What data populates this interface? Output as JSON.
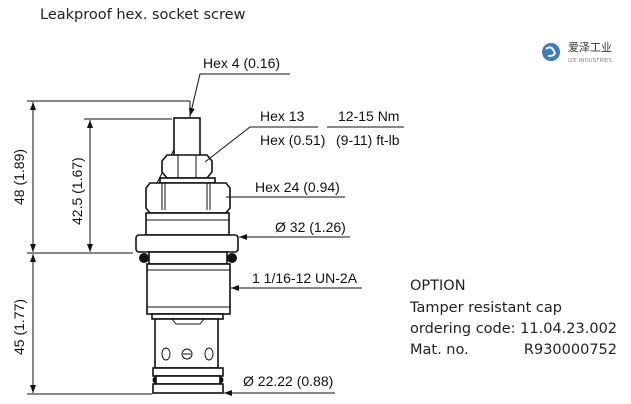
{
  "title": "Leakproof hex. socket screw",
  "logo": {
    "name": "爱泽工业",
    "sub": "IZE INDUSTRIES",
    "color": "#3a7cc0"
  },
  "dimensions": {
    "hex4": "Hex  4 (0.16)",
    "hex13": "Hex  13",
    "hex13_in": "Hex (0.51)",
    "torque_nm": "12-15 Nm",
    "torque_ftlb": "(9-11) ft-lb",
    "hex24": "Hex  24 (0.94)",
    "dia32": "Ø 32 (1.26)",
    "thread": "1 1/16-12 UN-2A",
    "dia2222": "Ø 22.22 (0.88)",
    "h48": "48 (1.89)",
    "h425": "42.5 (1.67)",
    "h45": "45 (1.77)"
  },
  "option": {
    "heading": "OPTION",
    "line1": "Tamper resistant cap",
    "ordering_label": "ordering code: 11.04.23.002",
    "mat_label": "Mat. no.",
    "mat_value": "R930000752"
  }
}
